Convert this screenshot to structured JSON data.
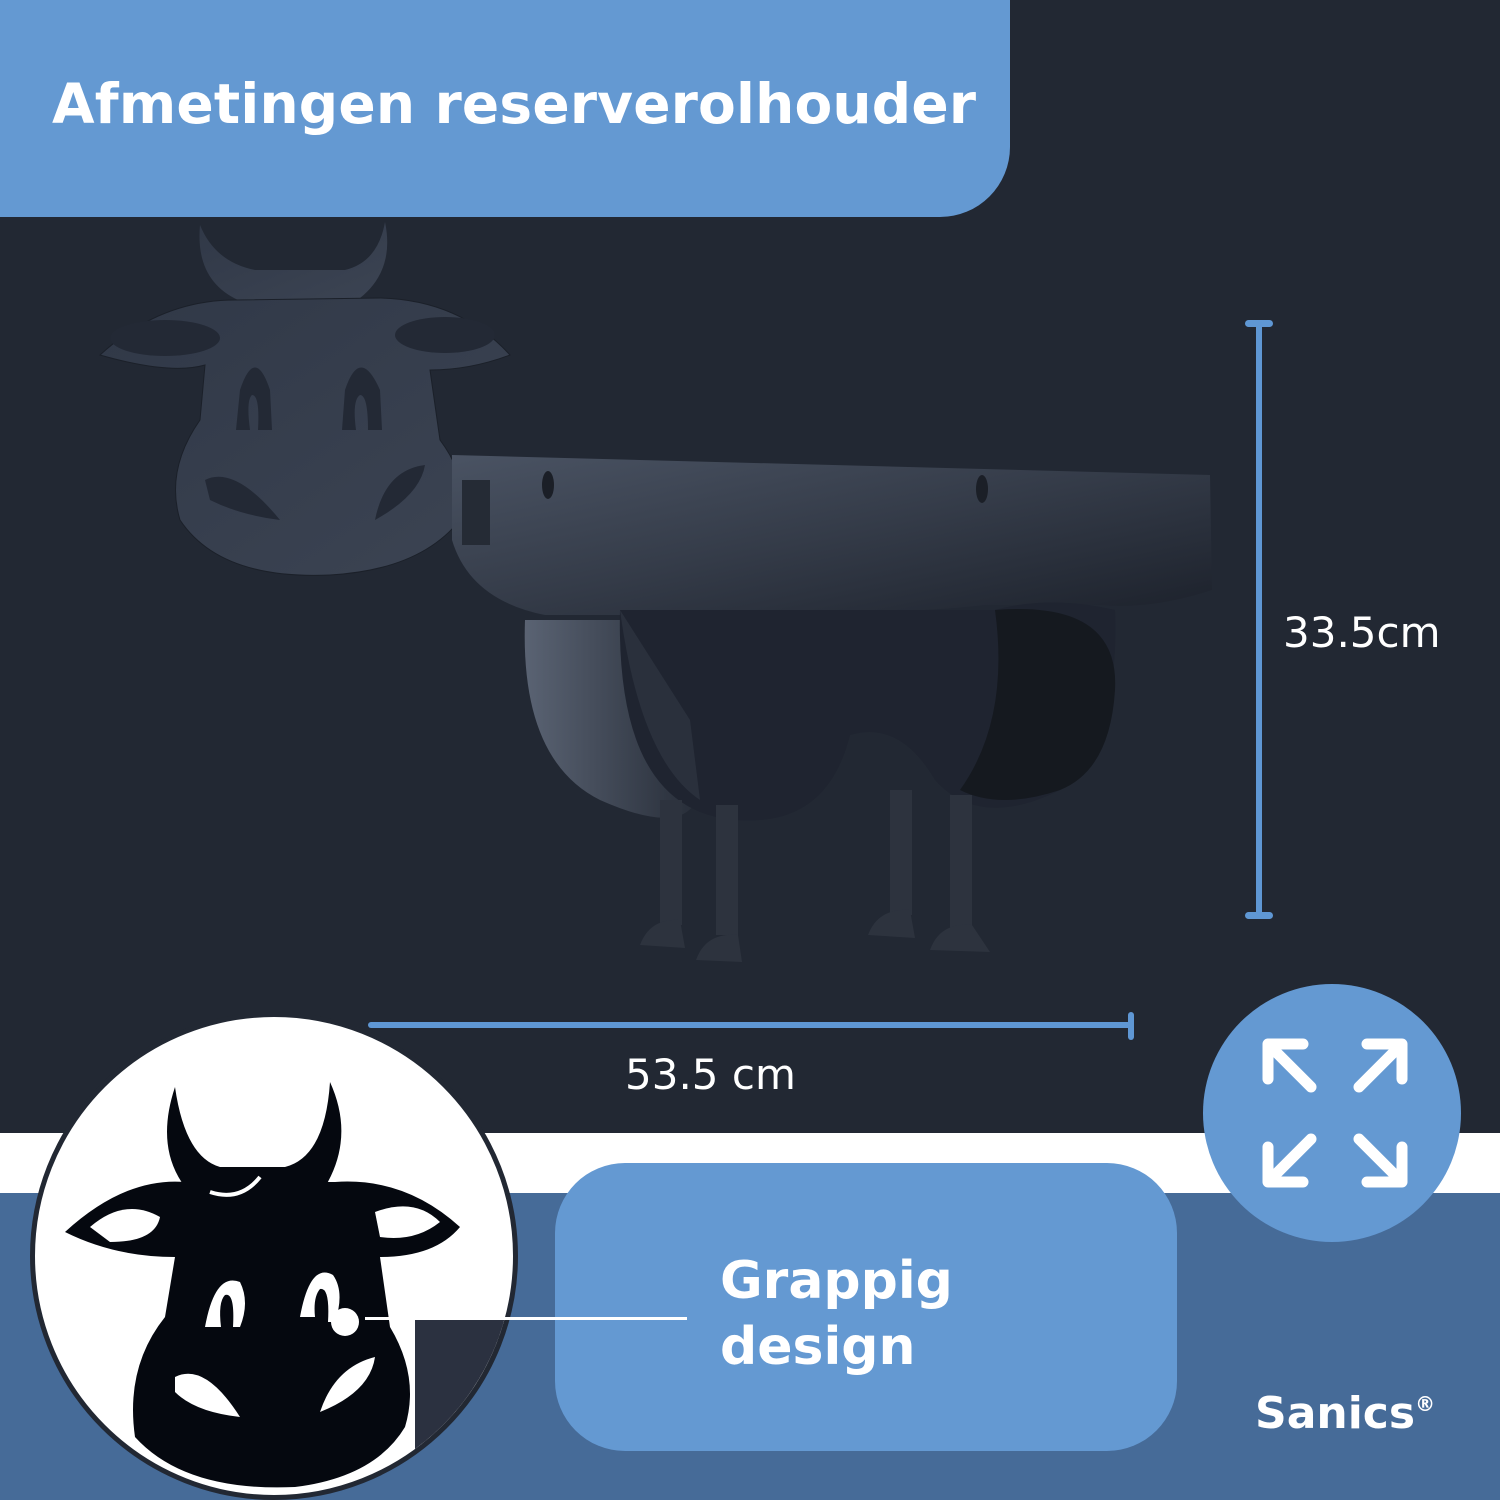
{
  "header": {
    "title": "Afmetingen reserverolhouder"
  },
  "dimensions": {
    "height_label": "33.5cm",
    "width_label": "53.5 cm",
    "height_value_cm": 33.5,
    "width_value_cm": 53.5
  },
  "callout": {
    "line1": "Grappig",
    "line2": "design"
  },
  "brand": {
    "name": "Sanics",
    "mark": "®"
  },
  "icons": {
    "expand": "expand-arrows-icon",
    "product": "cow-toilet-roll-holder-image",
    "detail": "cow-face-detail-image"
  },
  "colors": {
    "background": "#222833",
    "accent_blue": "#6499d2",
    "dimension_blue": "#5f97d4",
    "lower_band": "#466b98",
    "text": "#ffffff"
  }
}
